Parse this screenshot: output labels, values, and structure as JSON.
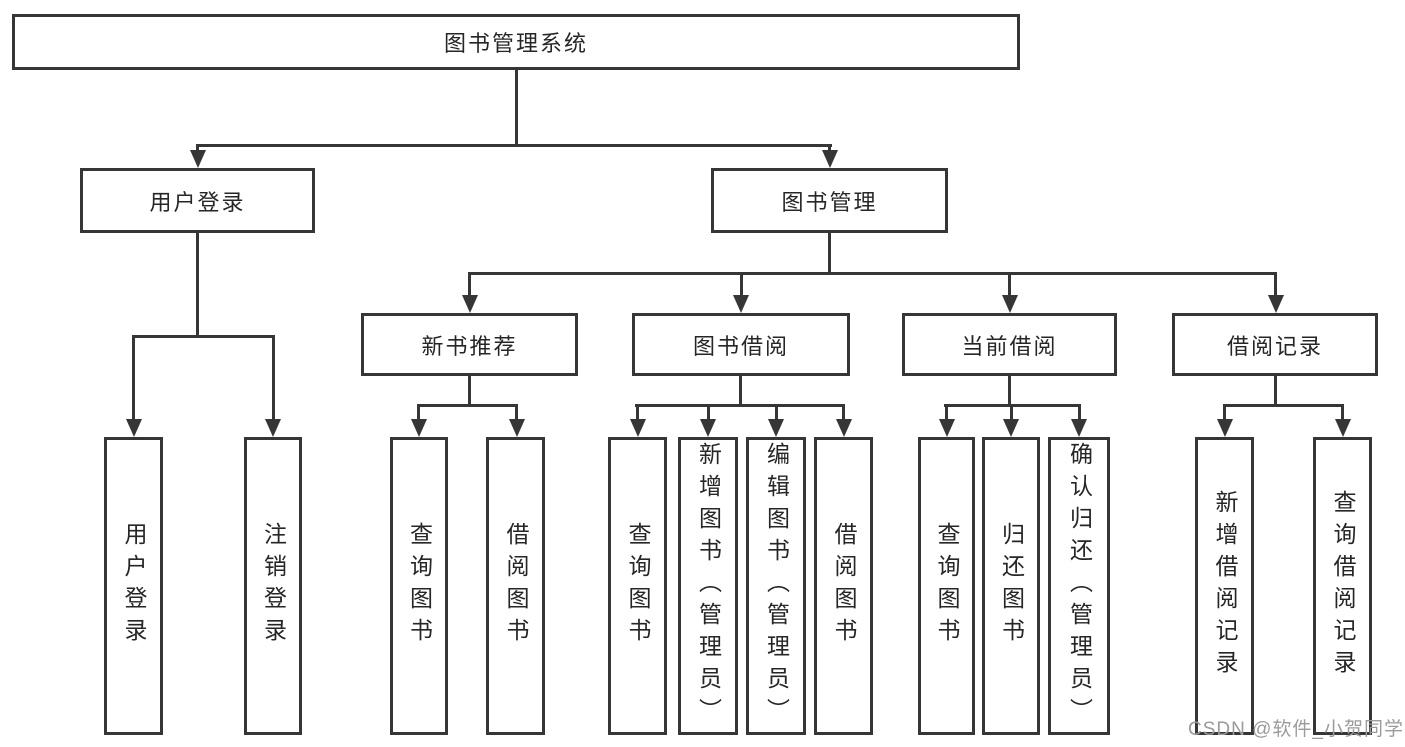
{
  "diagram": {
    "root": {
      "label": "图书管理系统"
    },
    "level2": {
      "user_login": {
        "label": "用户登录"
      },
      "book_mgmt": {
        "label": "图书管理"
      }
    },
    "level3": {
      "new_book": {
        "label": "新书推荐"
      },
      "book_borrow": {
        "label": "图书借阅"
      },
      "current_borrow": {
        "label": "当前借阅"
      },
      "borrow_record": {
        "label": "借阅记录"
      }
    },
    "leaves": {
      "user_login": [
        "用户登录",
        "注销登录"
      ],
      "new_book": [
        "查询图书",
        "借阅图书"
      ],
      "book_borrow": [
        "查询图书",
        "新增图书（管理员）",
        "编辑图书（管理员）",
        "借阅图书"
      ],
      "current_borrow": [
        "查询图书",
        "归还图书",
        "确认归还（管理员）"
      ],
      "borrow_record": [
        "新增借阅记录",
        "查询借阅记录"
      ]
    }
  },
  "watermark": {
    "text": "CSDN @软件_小贺同学",
    "color": "#9b9b9b"
  },
  "colors": {
    "line": "#363636",
    "text": "#262626",
    "background": "#ffffff"
  }
}
